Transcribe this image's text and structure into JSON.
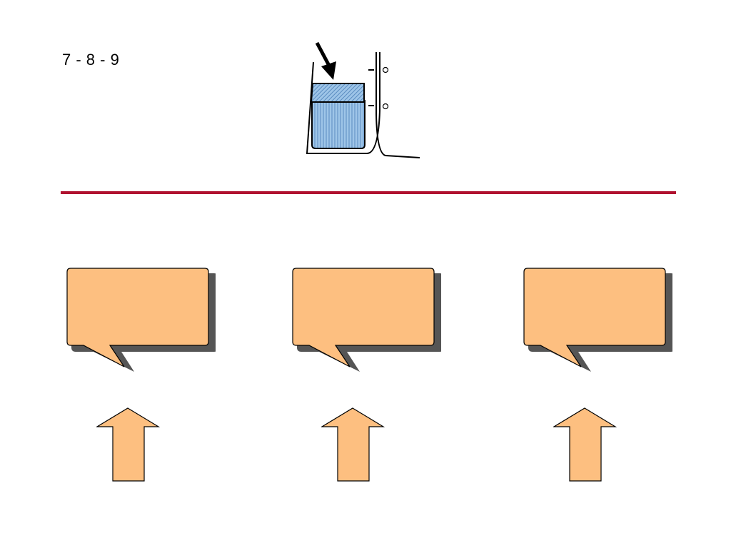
{
  "slide": {
    "number": "7 - 8 - 9"
  },
  "colors": {
    "divider": "#b0122f",
    "callout_fill": "#fdbf80",
    "callout_shadow": "#555555",
    "arrow_fill": "#fdbf80",
    "pocket_fill": "#9ec5e8",
    "pocket_stripe": "#4a7fb5",
    "outline": "#000000"
  },
  "illustration": {
    "subject": "shirt-pocket",
    "pointer": "arrow-pointing-at-pocket"
  },
  "callouts": [
    {
      "text": ""
    },
    {
      "text": ""
    },
    {
      "text": ""
    }
  ],
  "arrows": [
    {
      "direction": "up"
    },
    {
      "direction": "up"
    },
    {
      "direction": "up"
    }
  ]
}
